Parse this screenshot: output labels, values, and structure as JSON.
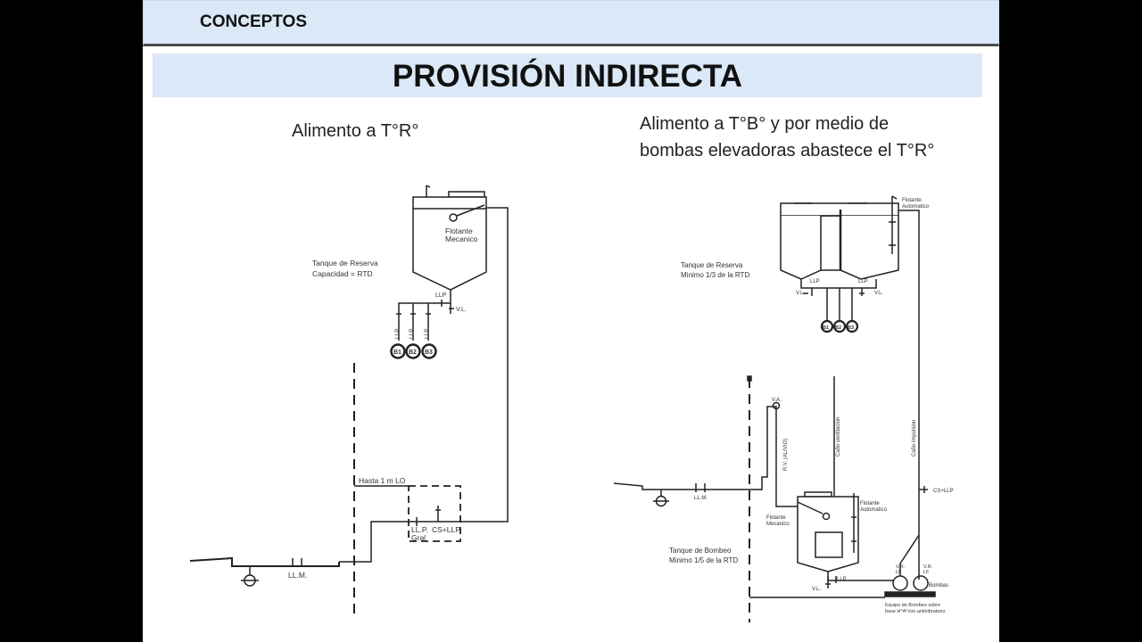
{
  "header": {
    "section_label": "CONCEPTOS"
  },
  "title": "PROVISIÓN INDIRECTA",
  "left_panel": {
    "caption": "Alimento a T°R°",
    "labels": {
      "tank_title": "Tanque de Reserva",
      "tank_capacity": "Capacidad = RTD",
      "float_line1": "Flotante",
      "float_line2": "Mecanico",
      "llp": "LLP",
      "vl": "V.L.",
      "branch_llp": "LLP",
      "meter_1": "B1",
      "meter_2": "B2",
      "meter_3": "B3",
      "hasta": "Hasta 1 m LO",
      "llp_gral_1": "LL.P.",
      "llp_gral_2": "Gral",
      "cs_llp": "CS+LLP",
      "llm": "LL.M."
    }
  },
  "right_panel": {
    "caption_line1": "Alimento a T°B° y por medio de",
    "caption_line2": "bombas elevadoras abastece el T°R°",
    "labels": {
      "float_auto_1": "Flotante",
      "float_auto_2": "Automatico",
      "reserve_title": "Tanque de Reserva",
      "reserve_min": "Minimo 1/3 de la RTD",
      "llp": "LLP",
      "vl": "V.L.",
      "meter_1": "B1",
      "meter_2": "B2",
      "meter_3": "B3",
      "va": "V.A.",
      "rv": "R.V. (ALIVIO)",
      "cano_ventilacion": "Caño ventilacion",
      "cano_impulsion": "Caño impulsion",
      "cs_llp": "CS+LLP",
      "llm": "LL.M.",
      "float_mech_1": "Flotante",
      "float_mech_2": "Mecanico",
      "float_auto2_1": "Flotante",
      "float_auto2_2": "Automatico",
      "pump_tank_title": "Tanque de Bombeo",
      "pump_tank_min": "Minimo 1/5 de la RTD",
      "vr_lf": "V.R.",
      "lf": "LF",
      "bombas": "Bombas",
      "equipo_1": "Equipo de Bombeo sobre",
      "equipo_2": "base H°A°con antivibratorio"
    }
  }
}
